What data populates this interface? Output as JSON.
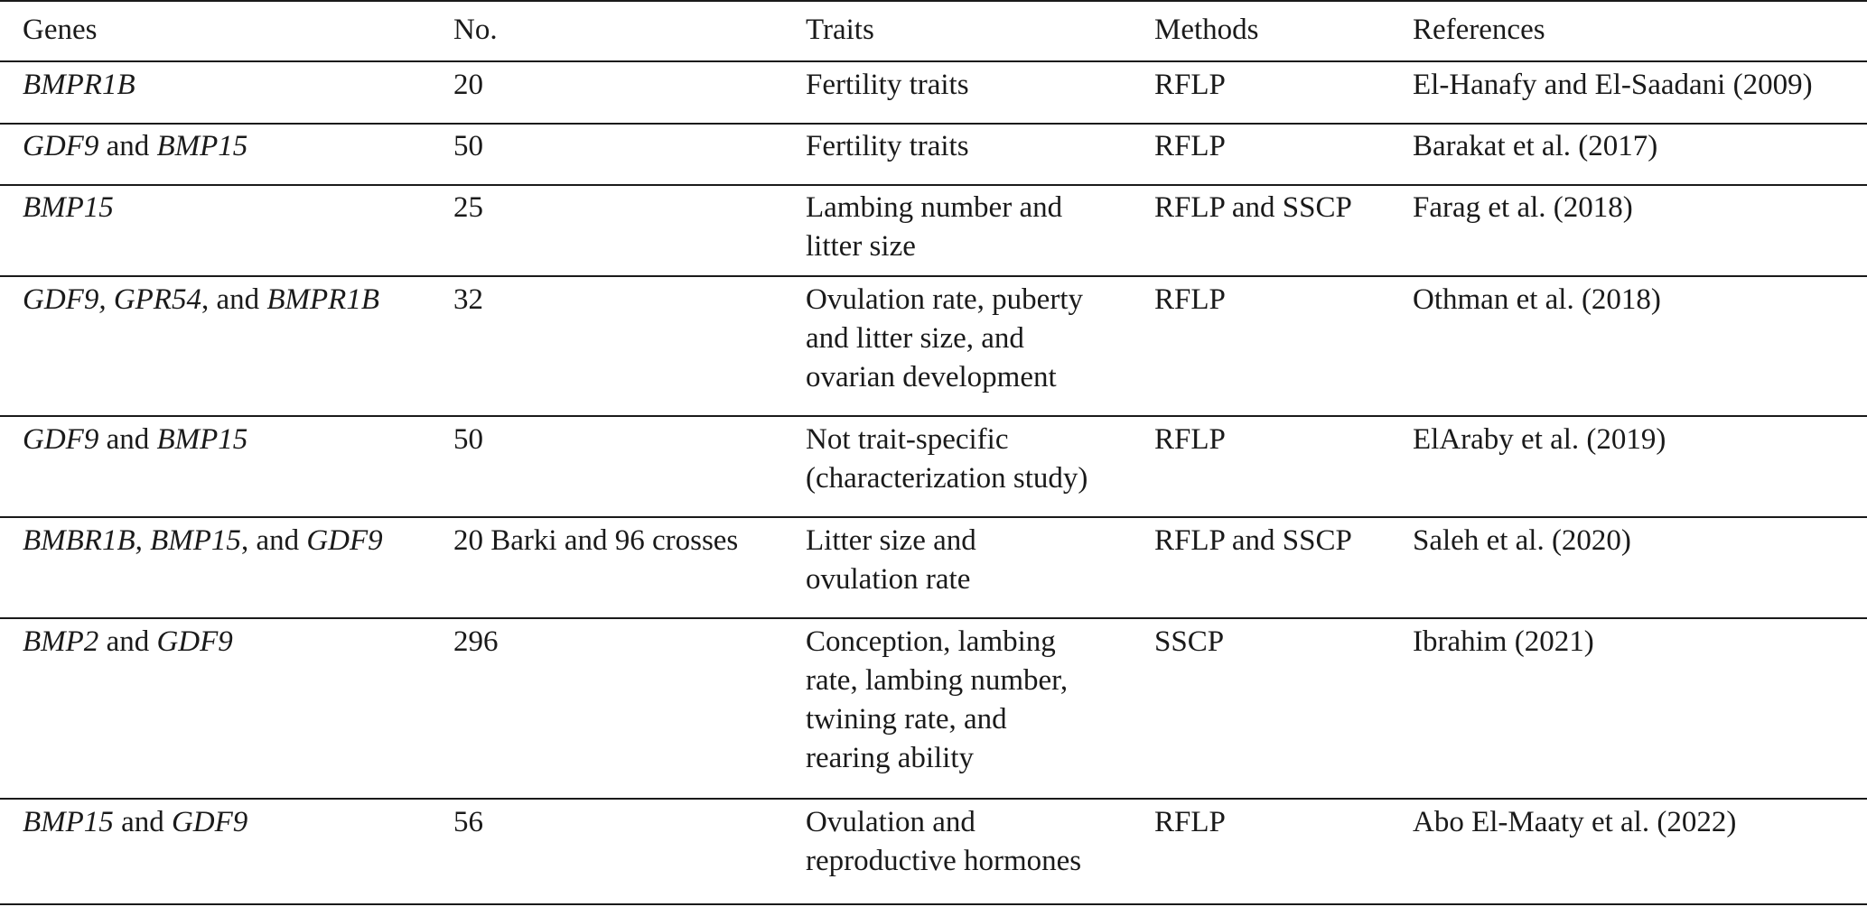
{
  "table": {
    "headers": [
      "Genes",
      "No.",
      "Traits",
      "Methods",
      "References"
    ],
    "rows": [
      {
        "genes": [
          {
            "t": "BMPR1B",
            "i": true
          }
        ],
        "no": [
          "20"
        ],
        "traits": [
          "Fertility traits"
        ],
        "methods": [
          "RFLP"
        ],
        "references": [
          "El-Hanafy and El-Saadani (2009)"
        ]
      },
      {
        "genes": [
          {
            "t": "GDF9",
            "i": true
          },
          {
            "t": " and ",
            "i": false
          },
          {
            "t": "BMP15",
            "i": true
          }
        ],
        "no": [
          "50"
        ],
        "traits": [
          "Fertility traits"
        ],
        "methods": [
          "RFLP"
        ],
        "references": [
          "Barakat et al. (2017)"
        ]
      },
      {
        "genes": [
          {
            "t": "BMP15",
            "i": true
          }
        ],
        "no": [
          "25"
        ],
        "traits": [
          "Lambing number and",
          "litter size"
        ],
        "methods": [
          "RFLP and SSCP"
        ],
        "references": [
          "Farag et al. (2018)"
        ]
      },
      {
        "genes": [
          {
            "t": "GDF9, GPR54",
            "i": true
          },
          {
            "t": ", and ",
            "i": false
          },
          {
            "t": "BMPR1B",
            "i": true
          }
        ],
        "no": [
          "32"
        ],
        "traits": [
          "Ovulation rate, puberty",
          "and litter size, and",
          "ovarian development"
        ],
        "methods": [
          "RFLP"
        ],
        "references": [
          "Othman et al. (2018)"
        ]
      },
      {
        "genes": [
          {
            "t": "GDF9",
            "i": true
          },
          {
            "t": " and ",
            "i": false
          },
          {
            "t": "BMP15",
            "i": true
          }
        ],
        "no": [
          "50"
        ],
        "traits": [
          "Not trait-specific",
          "(characterization study)"
        ],
        "methods": [
          "RFLP"
        ],
        "references": [
          "ElAraby et al. (2019)"
        ]
      },
      {
        "genes": [
          {
            "t": "BMBR1B, BMP15",
            "i": true
          },
          {
            "t": ", and ",
            "i": false
          },
          {
            "t": "GDF9",
            "i": true
          }
        ],
        "no": [
          "20 Barki and 96 crosses"
        ],
        "traits": [
          "Litter size and",
          "ovulation rate"
        ],
        "methods": [
          "RFLP and SSCP"
        ],
        "references": [
          "Saleh et al. (2020)"
        ]
      },
      {
        "genes": [
          {
            "t": "BMP2",
            "i": true
          },
          {
            "t": " and ",
            "i": false
          },
          {
            "t": "GDF9",
            "i": true
          }
        ],
        "no": [
          "296"
        ],
        "traits": [
          "Conception, lambing",
          "rate, lambing number,",
          "twining rate, and",
          "rearing ability"
        ],
        "methods": [
          "SSCP"
        ],
        "references": [
          "Ibrahim (2021)"
        ]
      },
      {
        "genes": [
          {
            "t": "BMP15",
            "i": true
          },
          {
            "t": " and ",
            "i": false
          },
          {
            "t": "GDF9",
            "i": true
          }
        ],
        "no": [
          "56"
        ],
        "traits": [
          "Ovulation and",
          "reproductive hormones"
        ],
        "methods": [
          "RFLP"
        ],
        "references": [
          "Abo El-Maaty et al. (2022)"
        ]
      }
    ]
  }
}
